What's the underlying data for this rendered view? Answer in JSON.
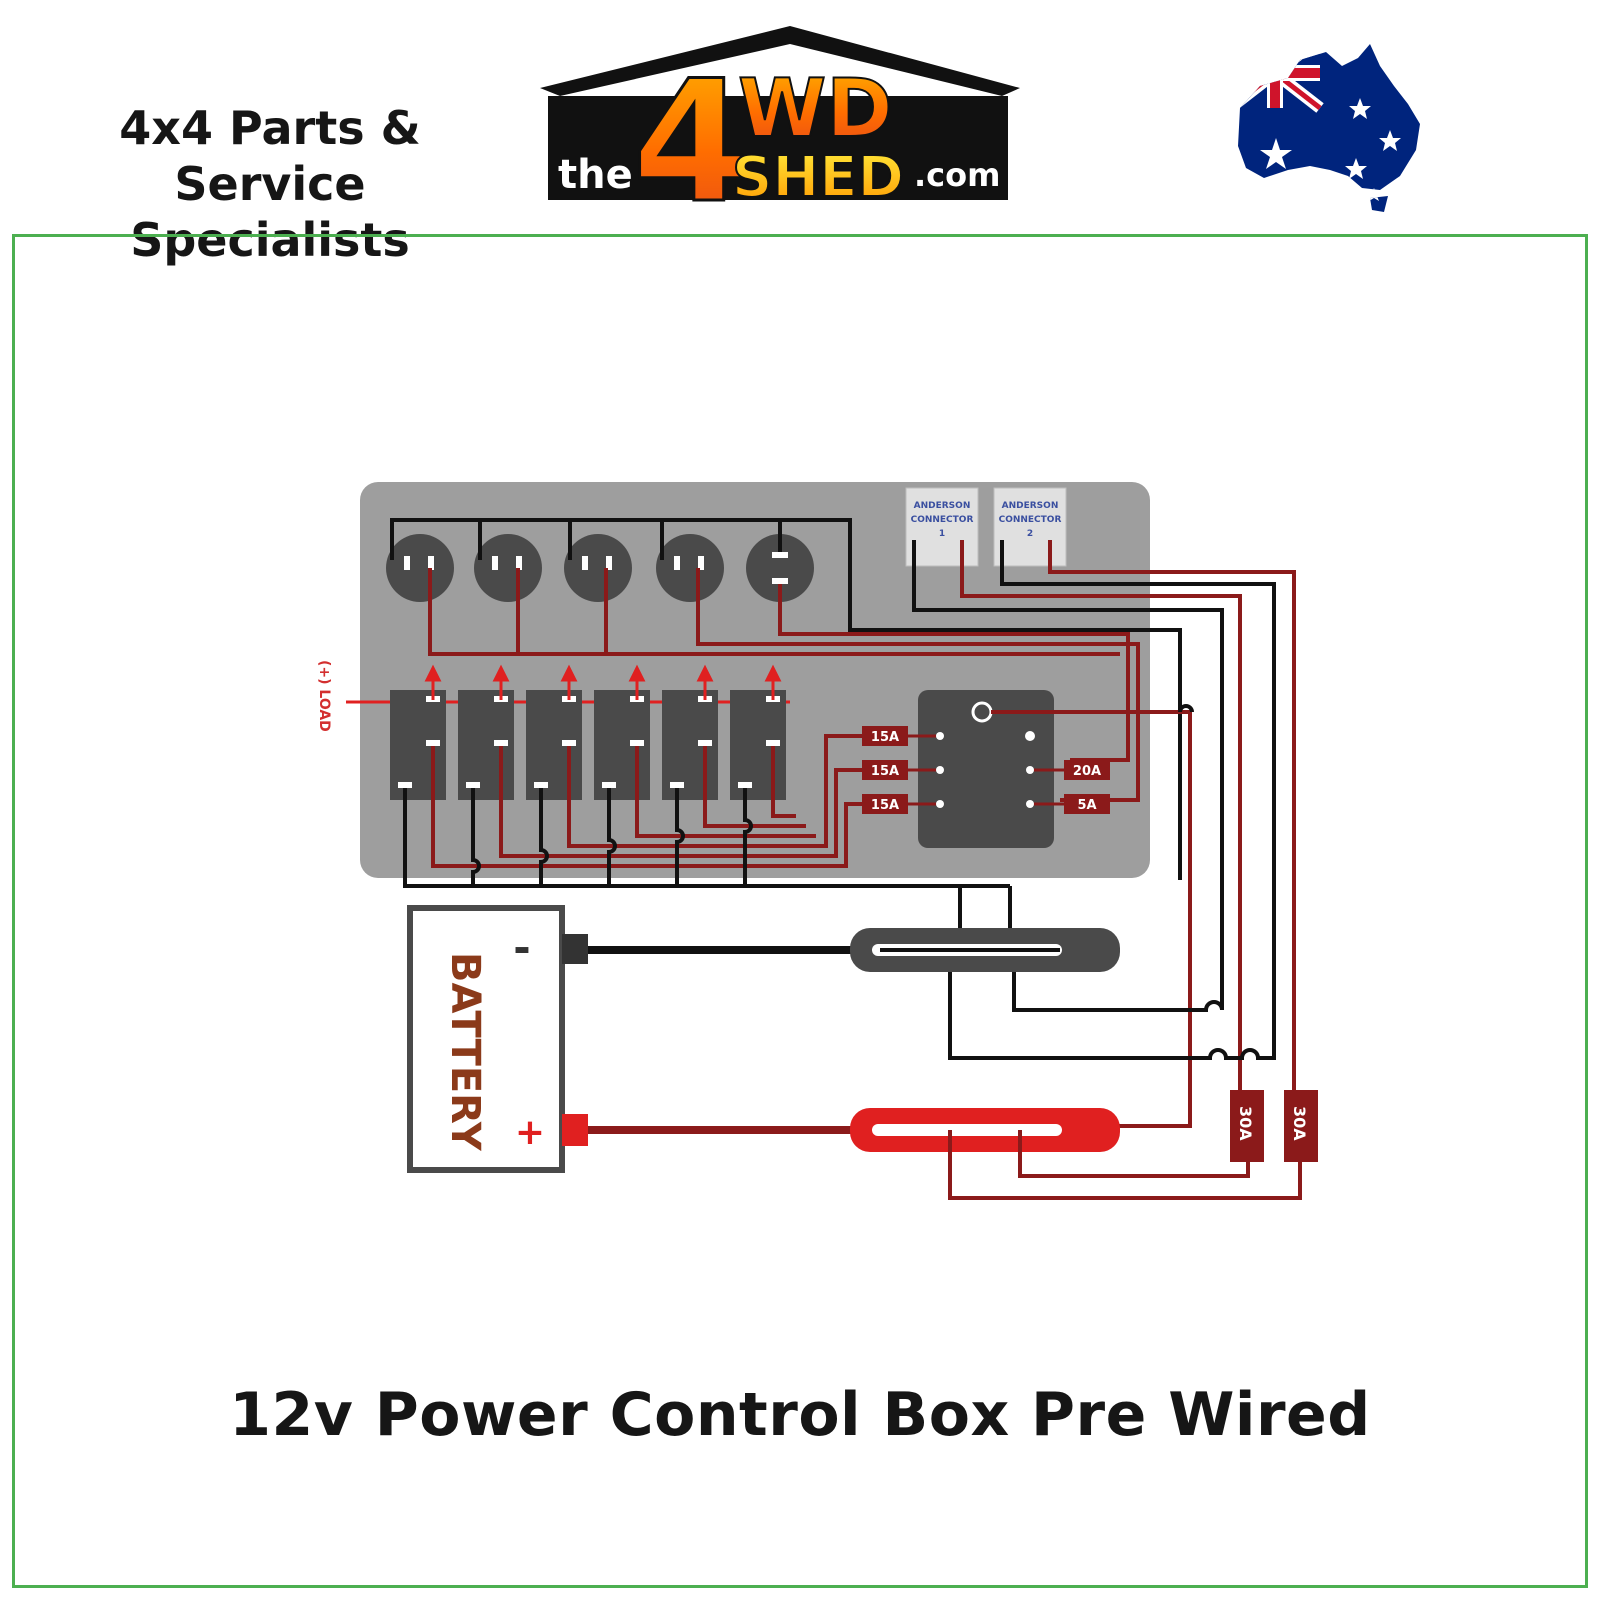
{
  "header": {
    "tagline_line1": "4x4 Parts & Service",
    "tagline_line2": "Specialists",
    "logo": {
      "the": "the",
      "number": "4",
      "wd": "WD",
      "shed": "SHED",
      "domain": ".com"
    }
  },
  "diagram": {
    "load_label": "(+) LOAD",
    "anderson_1": [
      "ANDERSON",
      "CONNECTOR",
      "1"
    ],
    "anderson_2": [
      "ANDERSON",
      "CONNECTOR",
      "2"
    ],
    "fuses_left": [
      "15A",
      "15A",
      "15A"
    ],
    "fuses_right": [
      "20A",
      "5A"
    ],
    "inline_fuses": [
      "30A",
      "30A"
    ],
    "battery_label": "BATTERY",
    "battery_neg": "-",
    "battery_pos": "+"
  },
  "caption": "12v Power Control Box Pre Wired",
  "colors": {
    "frame": "#4caf50",
    "panel": "#9e9e9e",
    "wire_red": "#8b1a1a",
    "wire_black": "#111111",
    "bus_red": "#e02020"
  }
}
